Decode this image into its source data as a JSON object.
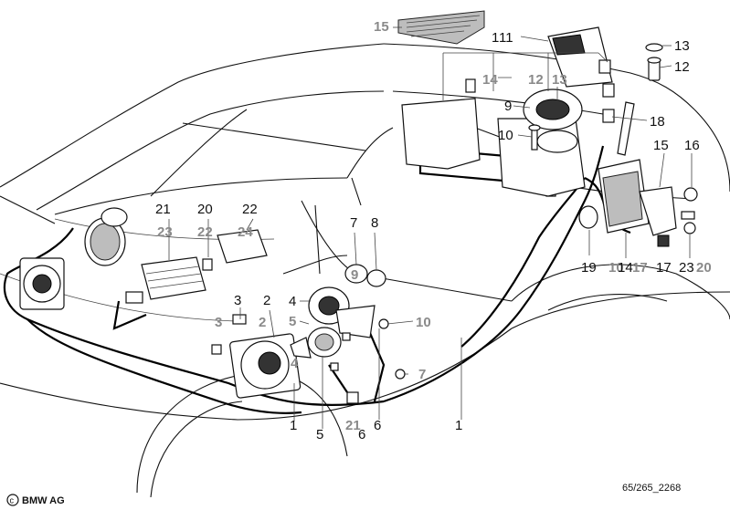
{
  "copyright": "BMW AG",
  "drawing_number": "65/265_2268",
  "labels": [
    {
      "id": "l15a",
      "text": "15",
      "grey": true
    },
    {
      "id": "l11",
      "text": "11",
      "grey": false
    },
    {
      "id": "l1a",
      "text": "1",
      "grey": false
    },
    {
      "id": "l13a",
      "text": "13",
      "grey": false
    },
    {
      "id": "l12a",
      "text": "12",
      "grey": false
    },
    {
      "id": "l14a",
      "text": "14",
      "grey": true
    },
    {
      "id": "l12b",
      "text": "12",
      "grey": true
    },
    {
      "id": "l13b",
      "text": "13",
      "grey": true
    },
    {
      "id": "l9a",
      "text": "9",
      "grey": false
    },
    {
      "id": "l18",
      "text": "18",
      "grey": false
    },
    {
      "id": "l10a",
      "text": "10",
      "grey": false
    },
    {
      "id": "l15b",
      "text": "15",
      "grey": false
    },
    {
      "id": "l16",
      "text": "16",
      "grey": false
    },
    {
      "id": "l21a",
      "text": "21",
      "grey": false
    },
    {
      "id": "l20a",
      "text": "20",
      "grey": false
    },
    {
      "id": "l22a",
      "text": "22",
      "grey": false
    },
    {
      "id": "l23a",
      "text": "23",
      "grey": true
    },
    {
      "id": "l22b",
      "text": "22",
      "grey": true
    },
    {
      "id": "l24",
      "text": "24",
      "grey": true
    },
    {
      "id": "l7a",
      "text": "7",
      "grey": false
    },
    {
      "id": "l8",
      "text": "8",
      "grey": false
    },
    {
      "id": "l9b",
      "text": "9",
      "grey": true
    },
    {
      "id": "l19",
      "text": "19",
      "grey": false
    },
    {
      "id": "l10b",
      "text": "10",
      "grey": true
    },
    {
      "id": "l14b",
      "text": "14",
      "grey": false
    },
    {
      "id": "l17a",
      "text": "17",
      "grey": true
    },
    {
      "id": "l17b",
      "text": "17",
      "grey": false
    },
    {
      "id": "l23b",
      "text": "23",
      "grey": false
    },
    {
      "id": "l20b",
      "text": "20",
      "grey": true
    },
    {
      "id": "l3a",
      "text": "3",
      "grey": false
    },
    {
      "id": "l2a",
      "text": "2",
      "grey": false
    },
    {
      "id": "l4a",
      "text": "4",
      "grey": false
    },
    {
      "id": "l5a",
      "text": "5",
      "grey": true
    },
    {
      "id": "l10c",
      "text": "10",
      "grey": true
    },
    {
      "id": "l3b",
      "text": "3",
      "grey": true
    },
    {
      "id": "l2b",
      "text": "2",
      "grey": true
    },
    {
      "id": "l4b",
      "text": "4",
      "grey": true
    },
    {
      "id": "l7b",
      "text": "7",
      "grey": true
    },
    {
      "id": "l1b",
      "text": "1",
      "grey": false
    },
    {
      "id": "l21b",
      "text": "21",
      "grey": true
    },
    {
      "id": "l6a",
      "text": "6",
      "grey": false
    },
    {
      "id": "l6b",
      "text": "6",
      "grey": false
    },
    {
      "id": "l5b",
      "text": "5",
      "grey": false
    },
    {
      "id": "l1c",
      "text": "1",
      "grey": false
    }
  ]
}
